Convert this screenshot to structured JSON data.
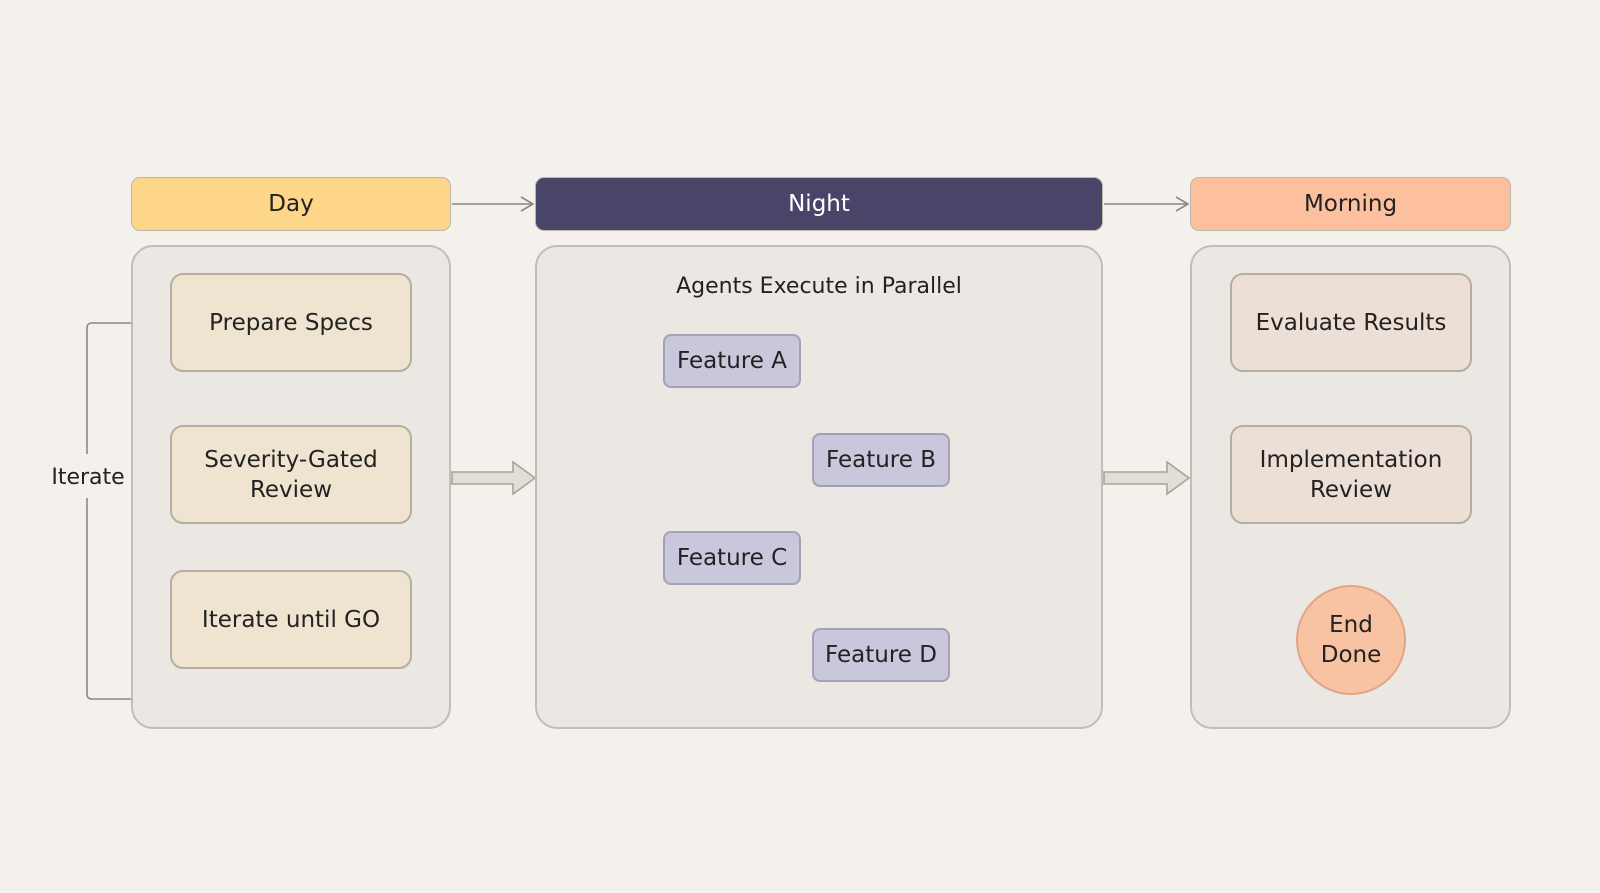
{
  "phases": {
    "day": {
      "title": "Day",
      "color": "#fed68a",
      "steps": [
        "Prepare Specs",
        "Severity-Gated\nReview",
        "Iterate until GO"
      ],
      "loop_label": "Iterate"
    },
    "night": {
      "title": "Night",
      "color": "#484568",
      "subtitle": "Agents Execute in Parallel",
      "features": [
        "Feature A",
        "Feature B",
        "Feature C",
        "Feature D"
      ]
    },
    "morning": {
      "title": "Morning",
      "color": "#fcc09f",
      "steps": [
        "Evaluate Results",
        "Implementation\nReview"
      ],
      "end_node": "End\nDone"
    }
  }
}
